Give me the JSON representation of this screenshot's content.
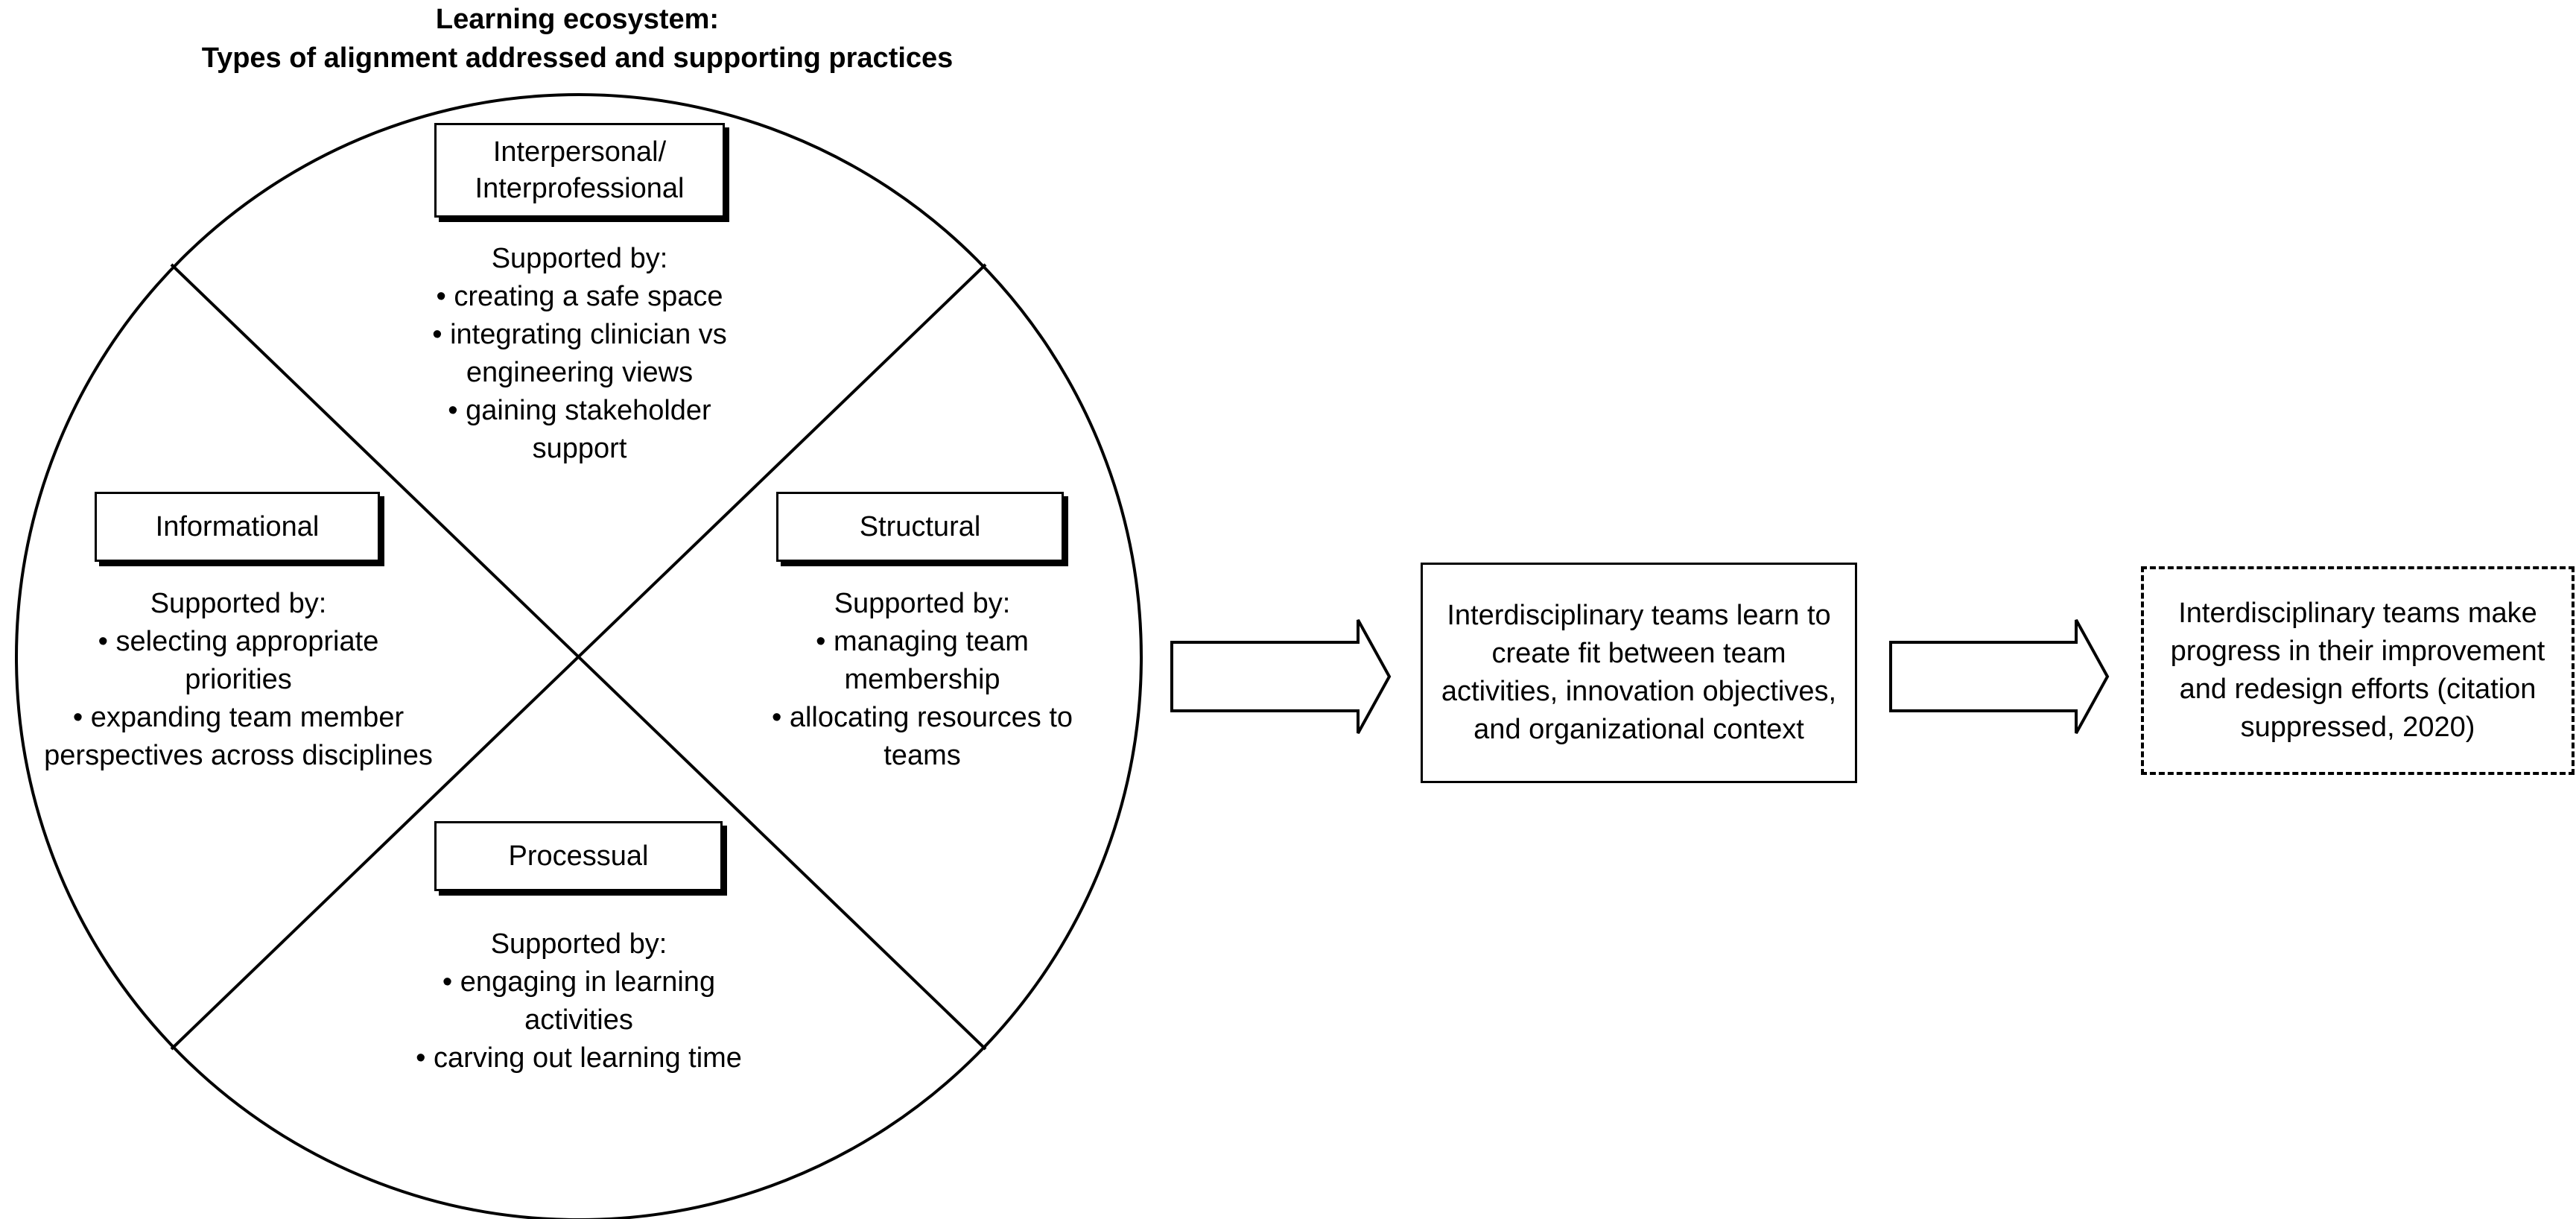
{
  "title": {
    "line1": "Learning ecosystem:",
    "line2": "Types of alignment addressed and supporting practices"
  },
  "quadrants": {
    "top": {
      "label_line1": "Interpersonal/",
      "label_line2": "Interprofessional",
      "supported_by": "Supported by:",
      "items": [
        "creating a safe space",
        "integrating clinician vs engineering views",
        "gaining stakeholder support"
      ]
    },
    "left": {
      "label": "Informational",
      "supported_by": "Supported by:",
      "items": [
        "selecting appropriate priorities",
        "expanding team member perspectives across disciplines"
      ]
    },
    "right": {
      "label": "Structural",
      "supported_by": "Supported by:",
      "items": [
        "managing team membership",
        "allocating resources to teams"
      ]
    },
    "bottom": {
      "label": "Processual",
      "supported_by": "Supported by:",
      "items": [
        "engaging in learning activities",
        "carving out learning time"
      ]
    }
  },
  "outcome_box": {
    "text": "Interdisciplinary teams learn to create fit between team activities, innovation objectives, and organizational context"
  },
  "result_box": {
    "text": "Interdisciplinary teams make progress in their improvement and redesign efforts (citation suppressed, 2020)"
  }
}
